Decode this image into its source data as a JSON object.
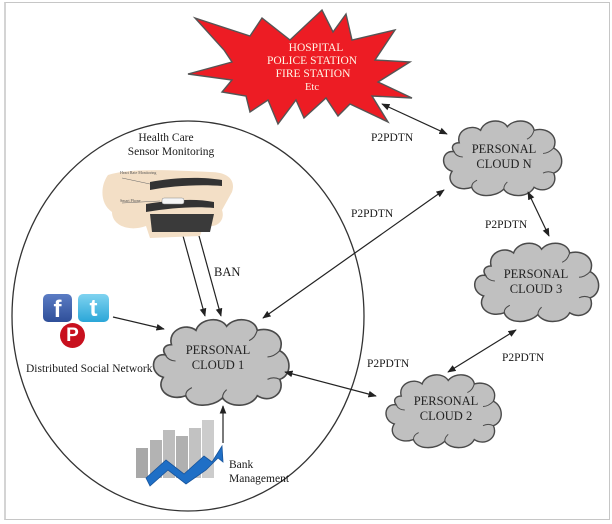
{
  "emergency": {
    "lines": [
      "HOSPITAL",
      "POLICE STATION",
      "FIRE STATION",
      "Etc"
    ],
    "fill": "#ed1c24"
  },
  "health_care": {
    "title_line1": "Health Care",
    "title_line2": "Sensor Monitoring",
    "image_labels": [
      "Heart Rate Monitoring",
      "Smart Phone"
    ]
  },
  "links": {
    "ban": "BAN",
    "p2p_star_n": "P2PDTN",
    "p2p_1_n": "P2PDTN",
    "p2p_n_3": "P2PDTN",
    "p2p_1_2": "P2PDTN",
    "p2p_2_3": "P2PDTN"
  },
  "social": {
    "label": "Distributed Social Network",
    "icons": [
      {
        "name": "facebook-icon",
        "glyph": "f",
        "color": "#3b5998"
      },
      {
        "name": "twitter-icon",
        "glyph": "t",
        "color": "#33ccff"
      },
      {
        "name": "pinterest-icon",
        "glyph": "P",
        "color": "#c8101e"
      }
    ]
  },
  "bank": {
    "line1": "Bank",
    "line2": "Management"
  },
  "clouds": [
    {
      "id": "cloud-1",
      "line1": "PERSONAL",
      "line2": "CLOUD 1"
    },
    {
      "id": "cloud-n",
      "line1": "PERSONAL",
      "line2": "CLOUD N"
    },
    {
      "id": "cloud-3",
      "line1": "PERSONAL",
      "line2": "CLOUD 3"
    },
    {
      "id": "cloud-2",
      "line1": "PERSONAL",
      "line2": "CLOUD 2"
    }
  ],
  "colors": {
    "cloud_fill": "#c0c0c0",
    "cloud_stroke": "#4a4a4a",
    "arrow": "#222222",
    "boundary": "#333333"
  }
}
